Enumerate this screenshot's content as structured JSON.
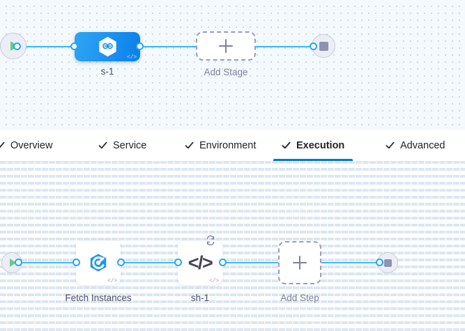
{
  "colors": {
    "edge": "#35baf9",
    "port_stroke": "#23a8f5",
    "accent_blue": "#0278d5",
    "stage_node_gradient_from": "#2fa5f0",
    "stage_node_gradient_to": "#0b7fe8",
    "play_green": "#64cc7f",
    "stop_gray": "#8f93ae",
    "dashed_border": "#9a9db4",
    "stage_canvas_bg": "#f4f9fd",
    "step_canvas_bg": "#ffffff",
    "label_text": "#4a4e66",
    "muted_text": "#7d8199"
  },
  "stage_canvas": {
    "start_node": {
      "icon": "play-icon",
      "label": ""
    },
    "nodes": [
      {
        "id": "s-1",
        "label": "s-1",
        "icon": "harness-hexagon-logo-icon",
        "badge": "code-badge-icon",
        "badge_text": "</>",
        "selected": true
      }
    ],
    "add_placeholder": {
      "label": "Add Stage",
      "icon": "plus-icon"
    },
    "end_node": {
      "icon": "stop-icon",
      "label": ""
    }
  },
  "tabs": {
    "items": [
      {
        "label": "Overview",
        "icon": "check-icon",
        "active": false
      },
      {
        "label": "Service",
        "icon": "check-icon",
        "active": false
      },
      {
        "label": "Environment",
        "icon": "check-icon",
        "active": false
      },
      {
        "label": "Execution",
        "icon": "check-icon",
        "active": true
      },
      {
        "label": "Advanced",
        "icon": "check-icon",
        "active": false
      }
    ]
  },
  "step_canvas": {
    "start_node": {
      "icon": "play-icon",
      "label": ""
    },
    "nodes": [
      {
        "id": "fetch-instances",
        "label": "Fetch Instances",
        "icon": "fetch-instances-swirl-icon",
        "badge_text": "</>",
        "has_retry": false
      },
      {
        "id": "sh-1",
        "label": "sh-1",
        "icon": "shell-script-code-icon",
        "icon_text": "</>",
        "badge_text": "</>",
        "has_retry": true,
        "retry_icon": "retry-loop-icon"
      }
    ],
    "add_placeholder": {
      "label": "Add Step",
      "icon": "plus-icon"
    },
    "end_node": {
      "icon": "stop-icon",
      "label": ""
    }
  }
}
